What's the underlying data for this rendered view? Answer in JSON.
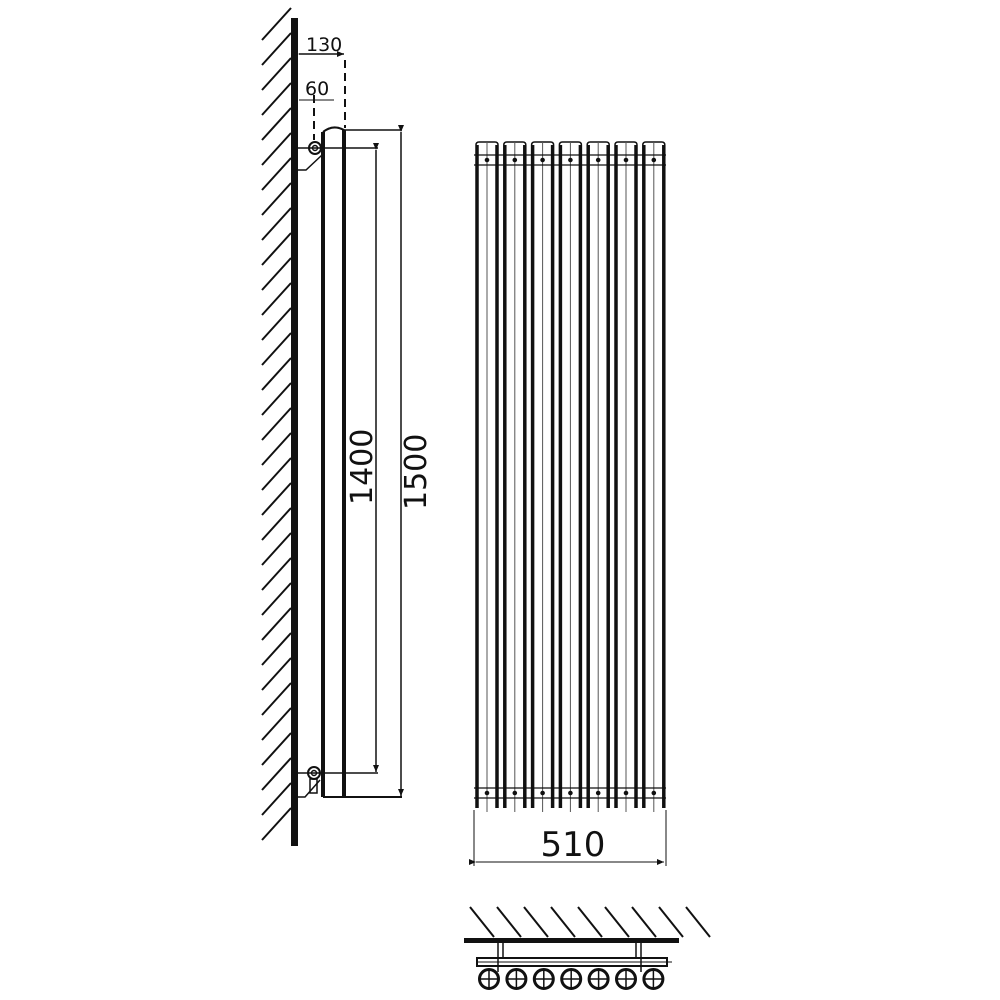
{
  "colors": {
    "line": "#111111",
    "background": "#ffffff"
  },
  "side_view": {
    "dim_depth_total": "130",
    "dim_depth_axis": "60",
    "dim_axis_spacing": "1400",
    "dim_height": "1500"
  },
  "front_view": {
    "dim_width": "510",
    "tube_count": 7
  },
  "plan_view": {
    "tube_count": 7
  }
}
